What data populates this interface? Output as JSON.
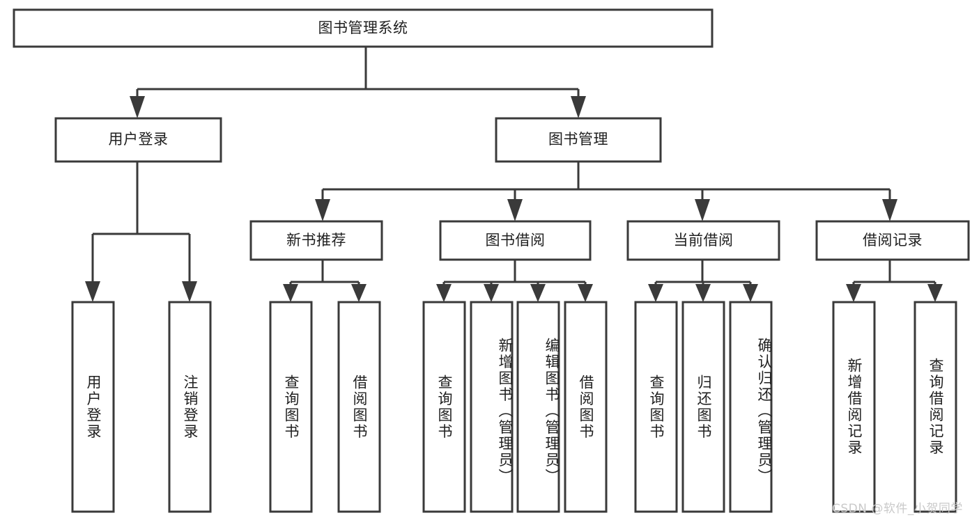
{
  "diagram": {
    "title": "图书管理系统",
    "type": "tree-hierarchy-diagram",
    "colors": {
      "box_stroke": "#3a3a3a",
      "box_fill": "#ffffff",
      "connector": "#3a3a3a",
      "text": "#1f1f1f",
      "watermark": "#c9c9c9",
      "background": "#ffffff"
    },
    "root": {
      "label": "图书管理系统"
    },
    "level2": [
      {
        "label": "用户登录"
      },
      {
        "label": "图书管理"
      }
    ],
    "level3": [
      {
        "label": "新书推荐"
      },
      {
        "label": "图书借阅"
      },
      {
        "label": "当前借阅"
      },
      {
        "label": "借阅记录"
      }
    ],
    "leaves": {
      "user_login": [
        {
          "label": "用户登录"
        },
        {
          "label": "注销登录"
        }
      ],
      "new_book_recommend": [
        {
          "label": "查询图书"
        },
        {
          "label": "借阅图书"
        }
      ],
      "book_borrow": [
        {
          "label": "查询图书"
        },
        {
          "label": "新增图书（管理员）"
        },
        {
          "label": "编辑图书（管理员）"
        },
        {
          "label": "借阅图书"
        }
      ],
      "current_borrow": [
        {
          "label": "查询图书"
        },
        {
          "label": "归还图书"
        },
        {
          "label": "确认归还（管理员）"
        }
      ],
      "borrow_record": [
        {
          "label": "新增借阅记录"
        },
        {
          "label": "查询借阅记录"
        }
      ]
    },
    "watermark": "CSDN @软件_小贺同学"
  }
}
